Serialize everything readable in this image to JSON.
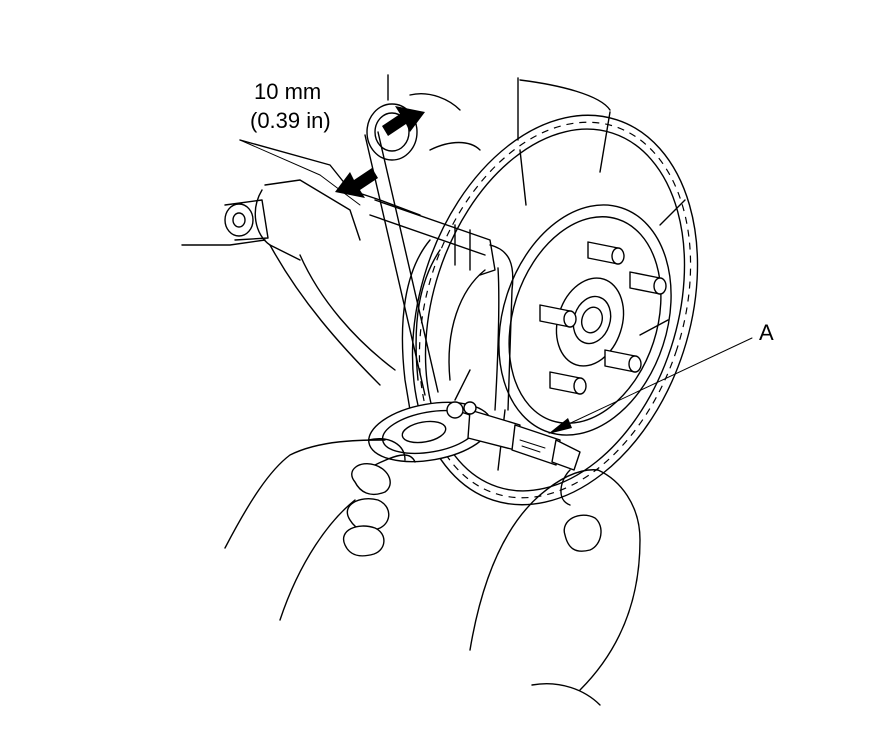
{
  "labels": {
    "dimension_mm": "10 mm",
    "dimension_in": "(0.39 in)",
    "callout": "A"
  }
}
